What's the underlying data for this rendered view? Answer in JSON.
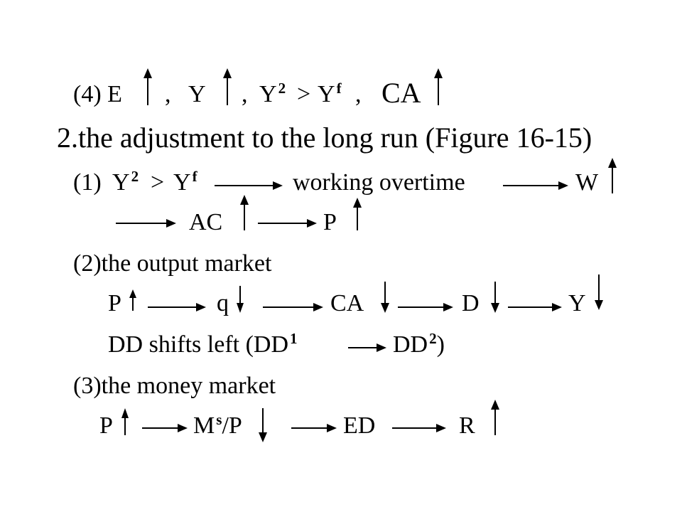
{
  "line1": {
    "label": "(4) E",
    "c1": ",",
    "y": "Y",
    "c2": ",",
    "y_base": "Y",
    "y_sup": "2",
    "gt": ">",
    "yf_base": "Y",
    "yf_sup": "f",
    "c3": ",",
    "ca": "CA"
  },
  "heading": "2.the adjustment to the long run (Figure 16-15)",
  "step1": {
    "label": "(1)",
    "y_base": "Y",
    "y_sup": "2",
    "gt": ">",
    "yf_base": "Y",
    "yf_sup": "f",
    "overtime": "working overtime",
    "w": "W",
    "ac": "AC",
    "p": "P"
  },
  "step2": {
    "title": "(2)the output market",
    "p": "P",
    "q": "q",
    "ca": "CA",
    "d": "D",
    "y": "Y",
    "shift_text": "DD shifts left (DD",
    "dd1_sup": "1",
    "dd2_base": "DD",
    "dd2_sup": "2",
    "close": ")"
  },
  "step3": {
    "title": "(3)the money market",
    "p": "P",
    "ms_base": "M",
    "ms_sup": "s",
    "ms_tail": "/P",
    "ed": "ED",
    "r": "R"
  }
}
